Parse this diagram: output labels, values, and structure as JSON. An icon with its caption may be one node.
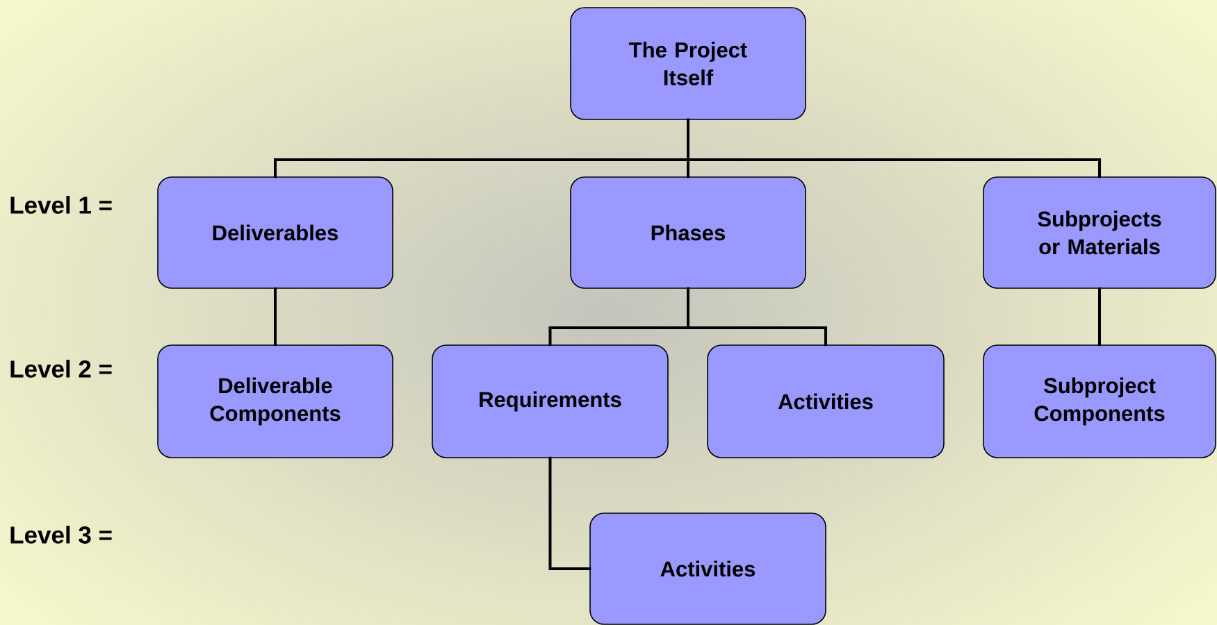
{
  "diagram": {
    "nodes": [
      {
        "text": [
          "The Project Itself"
        ]
      },
      {
        "text": [
          "Deliverables"
        ]
      },
      {
        "text": [
          "Phases"
        ]
      },
      {
        "text": [
          "Subprojects or Materials"
        ]
      },
      {
        "text": [
          "Deliverable Components"
        ]
      },
      {
        "text": [
          "Requirements"
        ]
      },
      {
        "text": [
          "Activities"
        ]
      },
      {
        "text": [
          "Subproject Components"
        ]
      },
      {
        "text": [
          "Activities"
        ]
      }
    ],
    "edges": [
      {
        "from": 0,
        "to": 1,
        "arrow": "none"
      },
      {
        "from": 0,
        "to": 2,
        "arrow": "none"
      },
      {
        "from": 0,
        "to": 3,
        "arrow": "none"
      },
      {
        "from": 1,
        "to": 4,
        "arrow": "none"
      },
      {
        "from": 2,
        "to": 5,
        "arrow": "none"
      },
      {
        "from": 2,
        "to": 6,
        "arrow": "none"
      },
      {
        "from": 3,
        "to": 7,
        "arrow": "none"
      },
      {
        "from": 5,
        "to": 8,
        "arrow": "none"
      }
    ],
    "labels": [
      "Level 1 =",
      "Level 2 =",
      "Level 3 ="
    ]
  }
}
